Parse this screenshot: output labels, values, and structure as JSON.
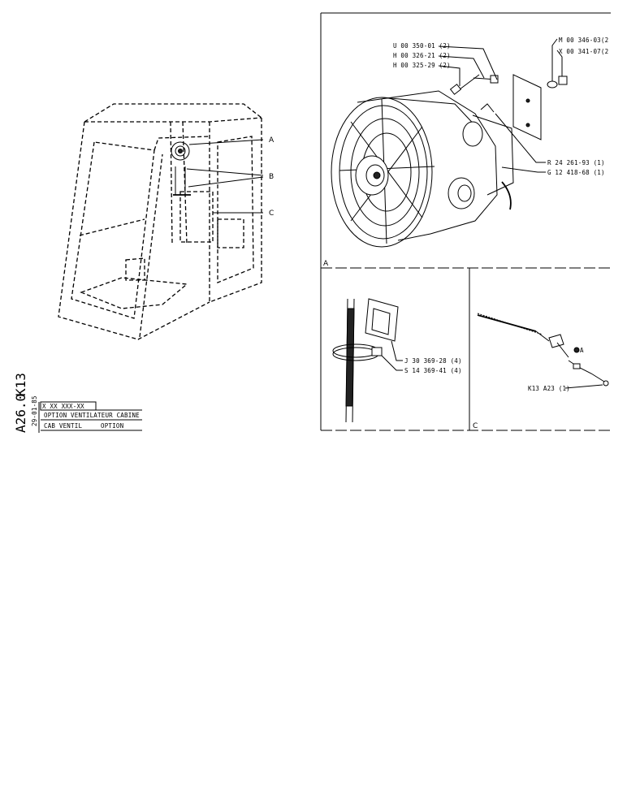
{
  "overview": {
    "callouts": [
      "A",
      "B",
      "C"
    ]
  },
  "panel_a": {
    "letter": "A",
    "parts_left": [
      "U 00 350-01 (2)",
      "H 00 326-21 (2)",
      "H 00 325-29 (2)"
    ],
    "parts_right": [
      "M 00 346-03(2",
      "X 00 341-07(2"
    ],
    "parts_lower": [
      "R 24 261-93 (1)",
      "G 12 418-68 (1)"
    ]
  },
  "panel_b": {
    "parts": [
      "J 30 369-28 (4)",
      "S 14 369-41 (4)"
    ]
  },
  "panel_c": {
    "letter": "C",
    "marker_a": "A",
    "ref": "K13 A23 (1)"
  },
  "title_block": {
    "code_line1": "K13",
    "code_line2": "A26.0",
    "date": "29-01-85",
    "part_no": "X XX XXX-XX",
    "desc_fr": "OPTION VENTILATEUR CABINE",
    "desc_en_1": "CAB VENTIL",
    "desc_en_2": "OPTION"
  }
}
